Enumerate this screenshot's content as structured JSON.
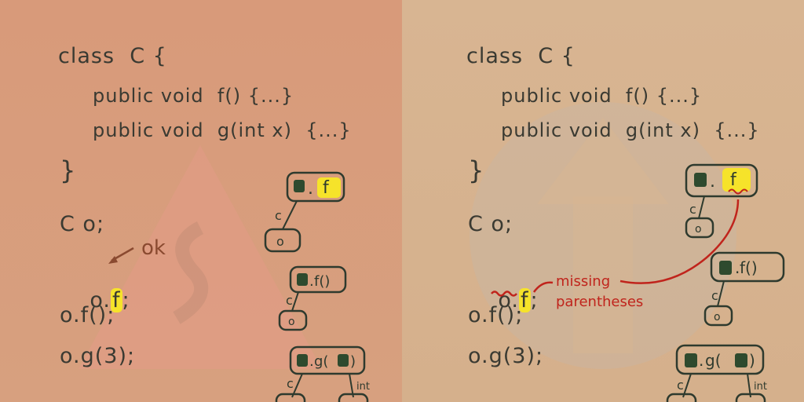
{
  "left": {
    "code": {
      "class_decl": "class  C {",
      "method_f": "public void  f() {...}",
      "method_g": "public void  g(int x)  {...}",
      "brace_close": "}",
      "decl_o": "C o;",
      "stmt1_prefix": "o.",
      "stmt1_member": "f",
      "stmt1_suffix": ";",
      "stmt2": "o.f();",
      "stmt3": "o.g(3);"
    },
    "annotation": "ok",
    "trees": {
      "t1_label": "f",
      "t1_edge": "c",
      "t1_leaf": "o",
      "t2_label": "f()",
      "t2_edge": "c",
      "t2_leaf": "o",
      "t3_label": "g(",
      "t3_label_end": ")",
      "t3_edge_left": "c",
      "t3_edge_right": "int"
    }
  },
  "right": {
    "code": {
      "class_decl": "class  C {",
      "method_f": "public void  f() {...}",
      "method_g": "public void  g(int x)  {...}",
      "brace_close": "}",
      "decl_o": "C o;",
      "stmt1_prefix": "o.",
      "stmt1_member": "f",
      "stmt1_suffix": ";",
      "stmt2": "o.f();",
      "stmt3": "o.g(3);"
    },
    "annotation_line1": "missing",
    "annotation_line2": "parentheses",
    "trees": {
      "t1_label": "f",
      "t1_edge": "c",
      "t1_leaf": "o",
      "t2_label": "f()",
      "t2_edge": "c",
      "t2_leaf": "o",
      "t3_label": "g(",
      "t3_label_end": ")",
      "t3_edge_left": "c",
      "t3_edge_right": "int"
    }
  },
  "colors": {
    "ink": "#3a3a32",
    "highlight": "#f6e32a",
    "error_red": "#c0241c",
    "ok_brown": "#8a4a30",
    "left_bg": "#d89a7a",
    "right_bg": "#d8b592"
  },
  "icons": {
    "left_watermark": "warning-triangle-icon",
    "right_watermark": "upload-arrow-icon"
  }
}
